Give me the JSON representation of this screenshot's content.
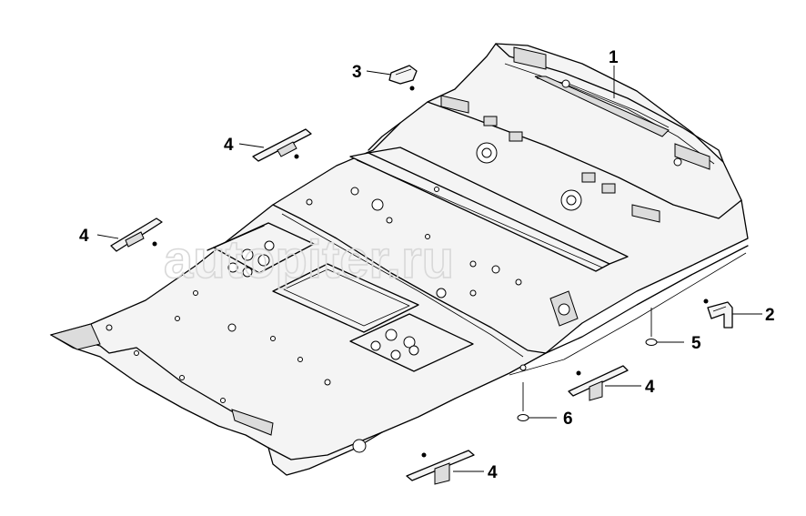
{
  "watermark": "autopiter.ru",
  "callouts": [
    {
      "id": "c1",
      "label": "1"
    },
    {
      "id": "c2",
      "label": "2"
    },
    {
      "id": "c3",
      "label": "3"
    },
    {
      "id": "c4a",
      "label": "4"
    },
    {
      "id": "c4b",
      "label": "4"
    },
    {
      "id": "c4c",
      "label": "4"
    },
    {
      "id": "c4d",
      "label": "4"
    },
    {
      "id": "c5",
      "label": "5"
    },
    {
      "id": "c6",
      "label": "6"
    }
  ]
}
